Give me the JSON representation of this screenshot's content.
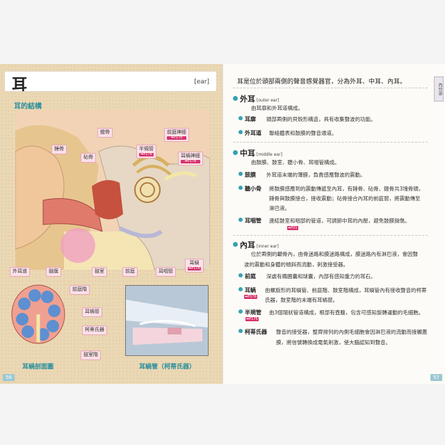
{
  "left": {
    "title": "耳",
    "title_en": "[ear]",
    "section_label": "耳的結構",
    "callouts": [
      {
        "id": "hammer",
        "text": "錘骨",
        "ref": ""
      },
      {
        "id": "cochlea-label",
        "text": "鐙骨",
        "ref": ""
      },
      {
        "id": "stirrup",
        "text": "砧骨",
        "ref": ""
      },
      {
        "id": "vestibular",
        "text": "前庭神經",
        "ref": "➡P176"
      },
      {
        "id": "semi",
        "text": "半規管",
        "ref": "➡P176"
      },
      {
        "id": "cochlear-nerve",
        "text": "耳蝸神經",
        "ref": "➡P176"
      },
      {
        "id": "canal",
        "text": "外耳道",
        "ref": ""
      },
      {
        "id": "drum",
        "text": "鼓膜",
        "ref": ""
      },
      {
        "id": "cavity",
        "text": "鼓室",
        "ref": ""
      },
      {
        "id": "vestibule",
        "text": "前庭",
        "ref": ""
      },
      {
        "id": "eustachian",
        "text": "耳咽管",
        "ref": ""
      },
      {
        "id": "cochlea",
        "text": "耳蝸",
        "ref": "➡P176"
      }
    ],
    "sub_callouts": [
      "前庭階",
      "耳蝸管",
      "柯蒂氏器",
      "鼓室階"
    ],
    "caption1": "耳蝸剖面圖",
    "caption2": "耳蝸管（柯蒂氏器）",
    "page": "56"
  },
  "right": {
    "intro": "耳是位於頭部兩側的聲音感覺器官，分為外耳、中耳、內耳。",
    "side_tab": "內分泌",
    "page": "57",
    "outer": {
      "heading": "外耳",
      "en": "[outer ear]",
      "desc": "由耳廓和外耳道構成。",
      "items": [
        {
          "term": "耳廓",
          "text": "頭部兩側的貝殼形構造，具有收集聲波的功能。"
        },
        {
          "term": "外耳道",
          "text": "聯絡體表和鼓膜的聲音通道。"
        }
      ]
    },
    "middle": {
      "heading": "中耳",
      "en": "[middle ear]",
      "desc": "由鼓膜、鼓室、聽小骨、耳咽管構成。",
      "items": [
        {
          "term": "鼓膜",
          "text": "外耳道末端的薄膜，負責感應聲波的震動。"
        },
        {
          "term": "聽小骨",
          "text": "將鼓膜感應到的震動傳遞至內耳，有錘骨、砧骨、鐙骨共3塊骨頭，"
        },
        {
          "term": "",
          "text": "錘骨與鼓膜接合，接收震動；砧骨接合內耳的前庭窗，將震動傳至"
        },
        {
          "term": "",
          "text": "淋巴液。"
        },
        {
          "term": "耳咽管",
          "text": "連結鼓室和咽部的管道，可調節中耳的內壓，避免鼓膜損傷。"
        }
      ]
    },
    "inner": {
      "heading": "內耳",
      "en": "[inner ear]",
      "desc1": "位於兩側的顳骨內，由骨迷路和膜迷路構成，膜迷路內有淋巴液，會因聲",
      "desc2": "波的震動和身體的傾斜而流動，刺激接受器。",
      "items": [
        {
          "term": "前庭",
          "text": "深處有橢圓囊和球囊，內部有感知重力的耳石。"
        },
        {
          "term": "耳蝸",
          "text": "由螺旋形的耳蝸管、前庭階、鼓室階構成，耳蝸管內有接收聲音的柯蒂"
        },
        {
          "term": "",
          "text": "氏器，鼓室階的末端有耳蝸窗。"
        },
        {
          "term": "半規管",
          "text": "由3個環狀管道構成，根部有壺腹，包含可感知旋轉運動的毛細胞。"
        },
        {
          "term": "柯蒂氏器",
          "text": "聲音的接受器，整齊排列的內側毛細胞會因淋巴液的流動而接觸蓋"
        },
        {
          "term": "",
          "text": "膜，將信號轉換成電氣刺激，使大腦認知到聲音。"
        }
      ]
    },
    "refs": {
      "p176": "➡P176",
      "p21": "➡P21"
    }
  }
}
